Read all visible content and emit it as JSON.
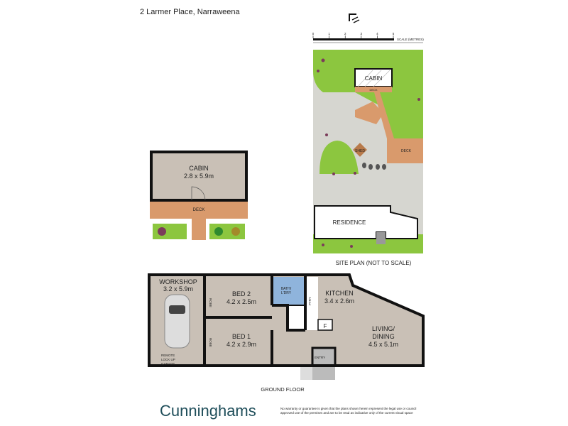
{
  "header": {
    "address": "2 Larmer Place, Narraweena"
  },
  "scale": {
    "ticks": [
      "0",
      "1",
      "2",
      "3",
      "4",
      "5"
    ],
    "label": "SCALE (METRES)"
  },
  "site_plan": {
    "title": "SITE PLAN (NOT TO SCALE)",
    "cabin": "CABIN",
    "deck": "DECK",
    "deck2": "DECK",
    "shed": "SHED",
    "residence": "RESIDENCE"
  },
  "cabin_plan": {
    "name": "CABIN",
    "size": "2.8 x 5.9m",
    "deck": "DECK"
  },
  "ground_floor": {
    "title": "GROUND FLOOR",
    "rooms": {
      "workshop": {
        "name": "WORKSHOP",
        "size": "3.2 x 5.9m"
      },
      "garage": [
        "REMOTE",
        "LOCK UP",
        "GARAGE"
      ],
      "bed2": {
        "name": "BED 2",
        "size": "4.2 x 2.5m"
      },
      "bed1": {
        "name": "BED 1",
        "size": "4.2 x 2.9m"
      },
      "bath": [
        "BATH/",
        "L'DRY"
      ],
      "kitchen": {
        "name": "KITCHEN",
        "size": "3.4 x 2.6m"
      },
      "living": [
        "LIVING/",
        "DINING"
      ],
      "living_size": "4.5 x 5.1m",
      "entry": "ENTRY",
      "robe1": "ROBE",
      "robe2": "ROBE",
      "pty": "PTRY",
      "fridge": "F"
    }
  },
  "footer": {
    "logo": "Cunninghams",
    "disclaimer": [
      "No warranty or guarantee is given that the plans shown herein represent the legal use or council",
      "approved use of the premises and are to be read as indicative only of the current visual space"
    ]
  },
  "colors": {
    "floor": "#c9c0b6",
    "lawn": "#8cc63f",
    "deck": "#d99a6c",
    "bath": "#8fb4dc",
    "path": "#d6d6d0",
    "logo": "#1f4e5a"
  }
}
